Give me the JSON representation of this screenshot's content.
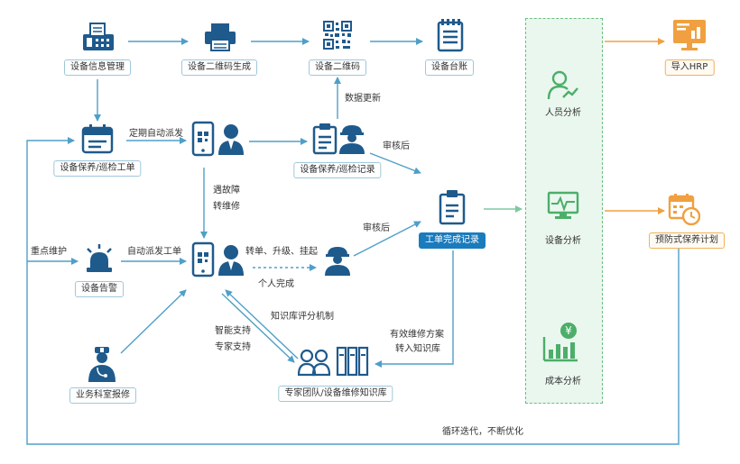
{
  "nodes": {
    "device_info": "设备信息管理",
    "qr_generate": "设备二维码生成",
    "qr_code": "设备二维码",
    "ledger": "设备台账",
    "maint_order": "设备保养/巡检工单",
    "maint_record": "设备保养/巡检记录",
    "alarm": "设备告警",
    "order_done": "工单完成记录",
    "dept_report": "业务科室报修",
    "knowledge": "专家团队/设备维修知识库",
    "hrp": "导入HRP",
    "plan": "预防式保养计划"
  },
  "analysis": {
    "person": "人员分析",
    "device": "设备分析",
    "cost": "成本分析"
  },
  "notes": {
    "auto_dispatch_periodic": "定期自动派发",
    "data_update": "数据更新",
    "after_review_1": "审核后",
    "fault": "遇故障",
    "to_repair": "转维修",
    "key_maint": "重点维护",
    "auto_dispatch": "自动派发工单",
    "transfer": "转单、升级、挂起",
    "personal_done": "个人完成",
    "after_review_2": "审核后",
    "kb_rating": "知识库评分机制",
    "smart_support": "智能支持",
    "expert_support": "专家支持",
    "effective_plan": "有效维修方案",
    "to_kb": "转入知识库",
    "loop": "循环迭代，不断优化"
  },
  "colors": {
    "blue": "#1f5a8c",
    "teal_arrow": "#4f9fc8",
    "orange": "#f0a040",
    "green": "#4cae6a",
    "panel_bg": "#eaf7ee"
  }
}
